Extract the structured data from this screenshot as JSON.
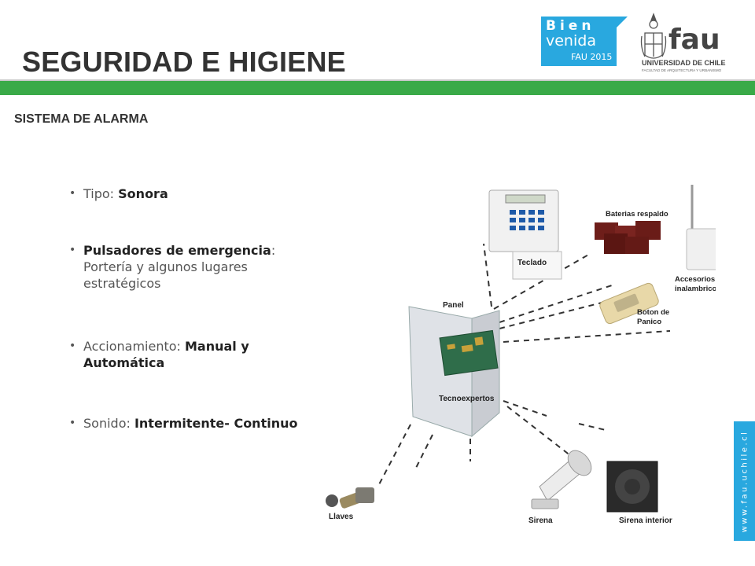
{
  "slide": {
    "title": "SEGURIDAD E HIGIENE",
    "subtitle": "SISTEMA DE ALARMA",
    "side_url": "www.fau.uchile.cl"
  },
  "logos": {
    "bienvenida_line1": "Bien",
    "bienvenida_line2": "venida",
    "bienvenida_line3": "FAU 2015",
    "fau_text": "fau",
    "uni_line1": "UNIVERSIDAD DE CHILE",
    "uni_line2": "FACULTAD DE ARQUITECTURA Y URBANISMO"
  },
  "bullets": [
    {
      "label": "Tipo: ",
      "value": "Sonora"
    },
    {
      "label": "Pulsadores de emergencia",
      "value": ": Portería y algunos lugares estratégicos"
    },
    {
      "label": "Accionamiento: ",
      "value": "Manual y Automática"
    },
    {
      "label": "Sonido:  ",
      "value": "Intermitente- Continuo"
    }
  ],
  "diagram": {
    "panel": "Panel",
    "panel_brand": "Tecnoexpertos",
    "keypad": "Teclado",
    "batteries": "Baterias respaldo",
    "wireless_line1": "Accesorios",
    "wireless_line2": "inalambricos",
    "panic_line1": "Boton de",
    "panic_line2": "Panico",
    "keys": "Llaves",
    "siren": "Sirena",
    "indoor_siren": "Sirena interior"
  },
  "colors": {
    "green_bar": "#3aaa48",
    "blue_accent": "#29a8df",
    "title": "#333333"
  }
}
